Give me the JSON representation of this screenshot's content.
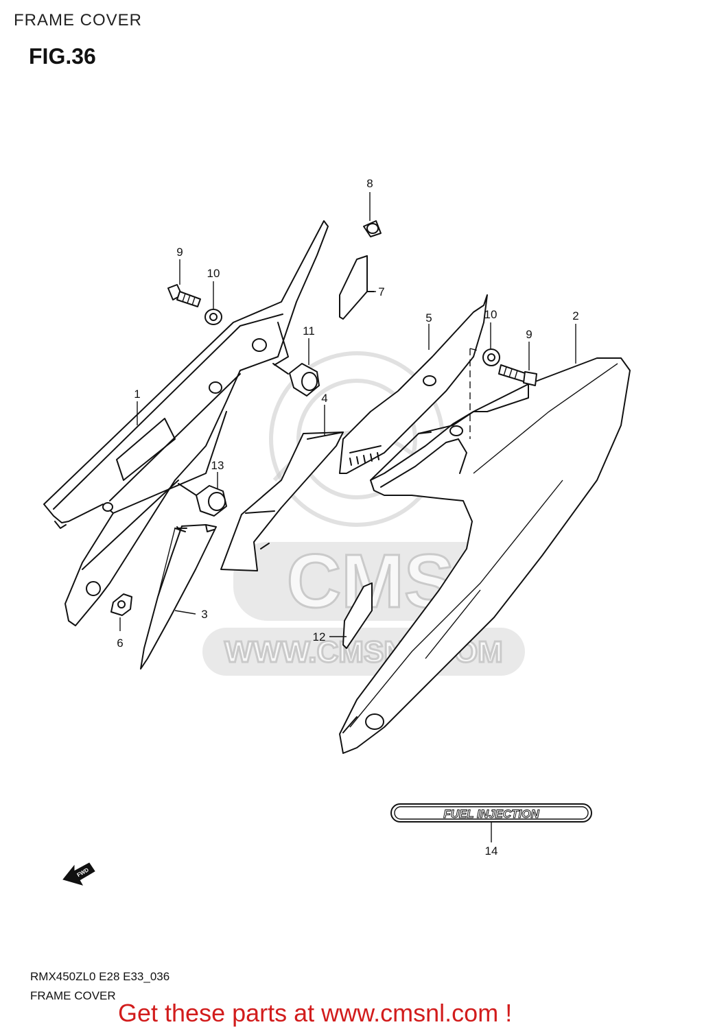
{
  "header": {
    "page_title": "FRAME COVER",
    "fig_label": "FIG.36"
  },
  "watermark": {
    "brand": "CMS",
    "url": "WWW.CMSNL.COM"
  },
  "decal": {
    "text": "FUEL INJECTION"
  },
  "fwd_arrow": {
    "text": "FWD"
  },
  "parts": [
    {
      "no": "1"
    },
    {
      "no": "2"
    },
    {
      "no": "3"
    },
    {
      "no": "4"
    },
    {
      "no": "5"
    },
    {
      "no": "6"
    },
    {
      "no": "7"
    },
    {
      "no": "8"
    },
    {
      "no": "9"
    },
    {
      "no": "9"
    },
    {
      "no": "10"
    },
    {
      "no": "10"
    },
    {
      "no": "11"
    },
    {
      "no": "12"
    },
    {
      "no": "13"
    },
    {
      "no": "14"
    }
  ],
  "footer": {
    "model_code": "RMX450ZL0 E28 E33_036",
    "title": "FRAME COVER",
    "cta": "Get these parts at www.cmsnl.com !",
    "cta_color": "#d21c1c"
  }
}
